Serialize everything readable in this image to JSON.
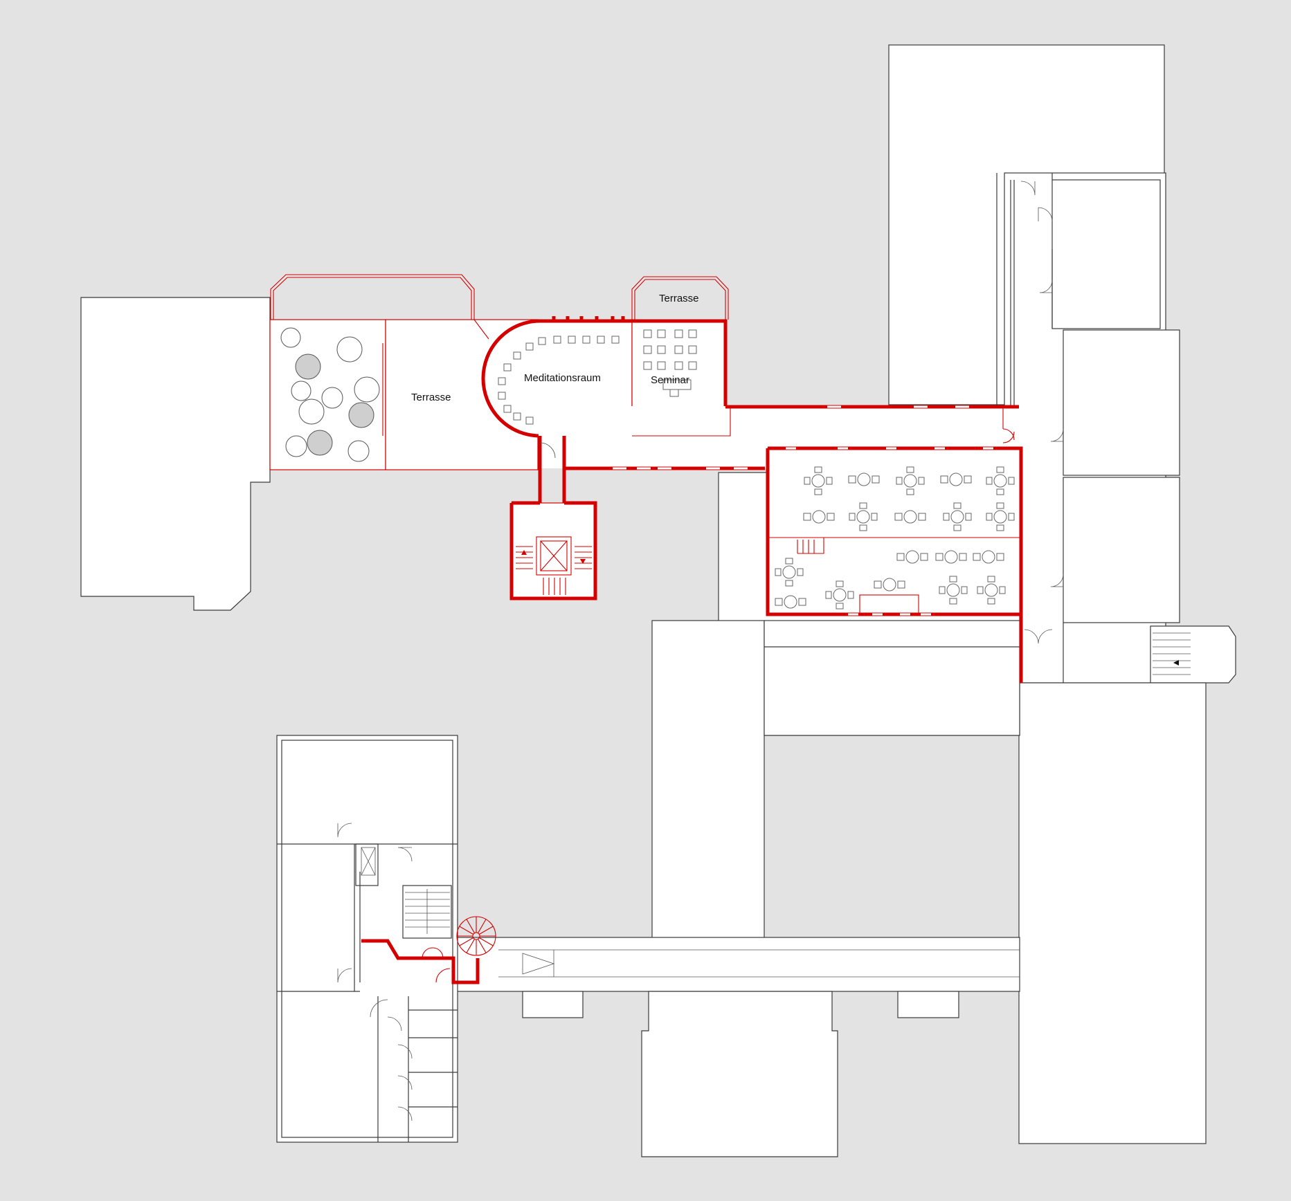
{
  "labels": {
    "terrasse_top": "Terrasse",
    "terrasse_left": "Terrasse",
    "meditation": "Meditationsraum",
    "seminar": "Seminar"
  },
  "colors": {
    "background": "#e3e3e3",
    "highlight": "#d40000",
    "wall": "#3a3a3a",
    "building_fill": "#ffffff"
  }
}
